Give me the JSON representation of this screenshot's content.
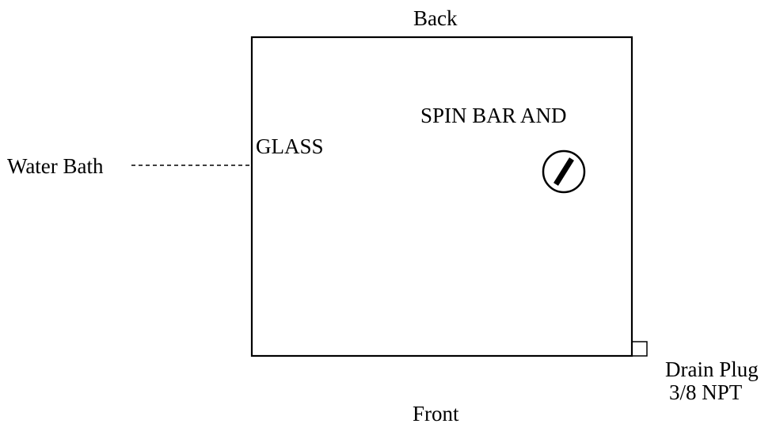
{
  "labels": {
    "back": "Back",
    "front": "Front",
    "spin_bar": "SPIN BAR AND",
    "glass": "GLASS",
    "water_bath": "Water Bath",
    "drain_plug_line1": "Drain Plug",
    "drain_plug_line2": "3/8 NPT"
  },
  "colors": {
    "stroke": "#000000",
    "background": "#ffffff"
  },
  "icons": {
    "spin_bar": "spin-bar-icon",
    "drain_plug": "drain-plug-icon"
  }
}
